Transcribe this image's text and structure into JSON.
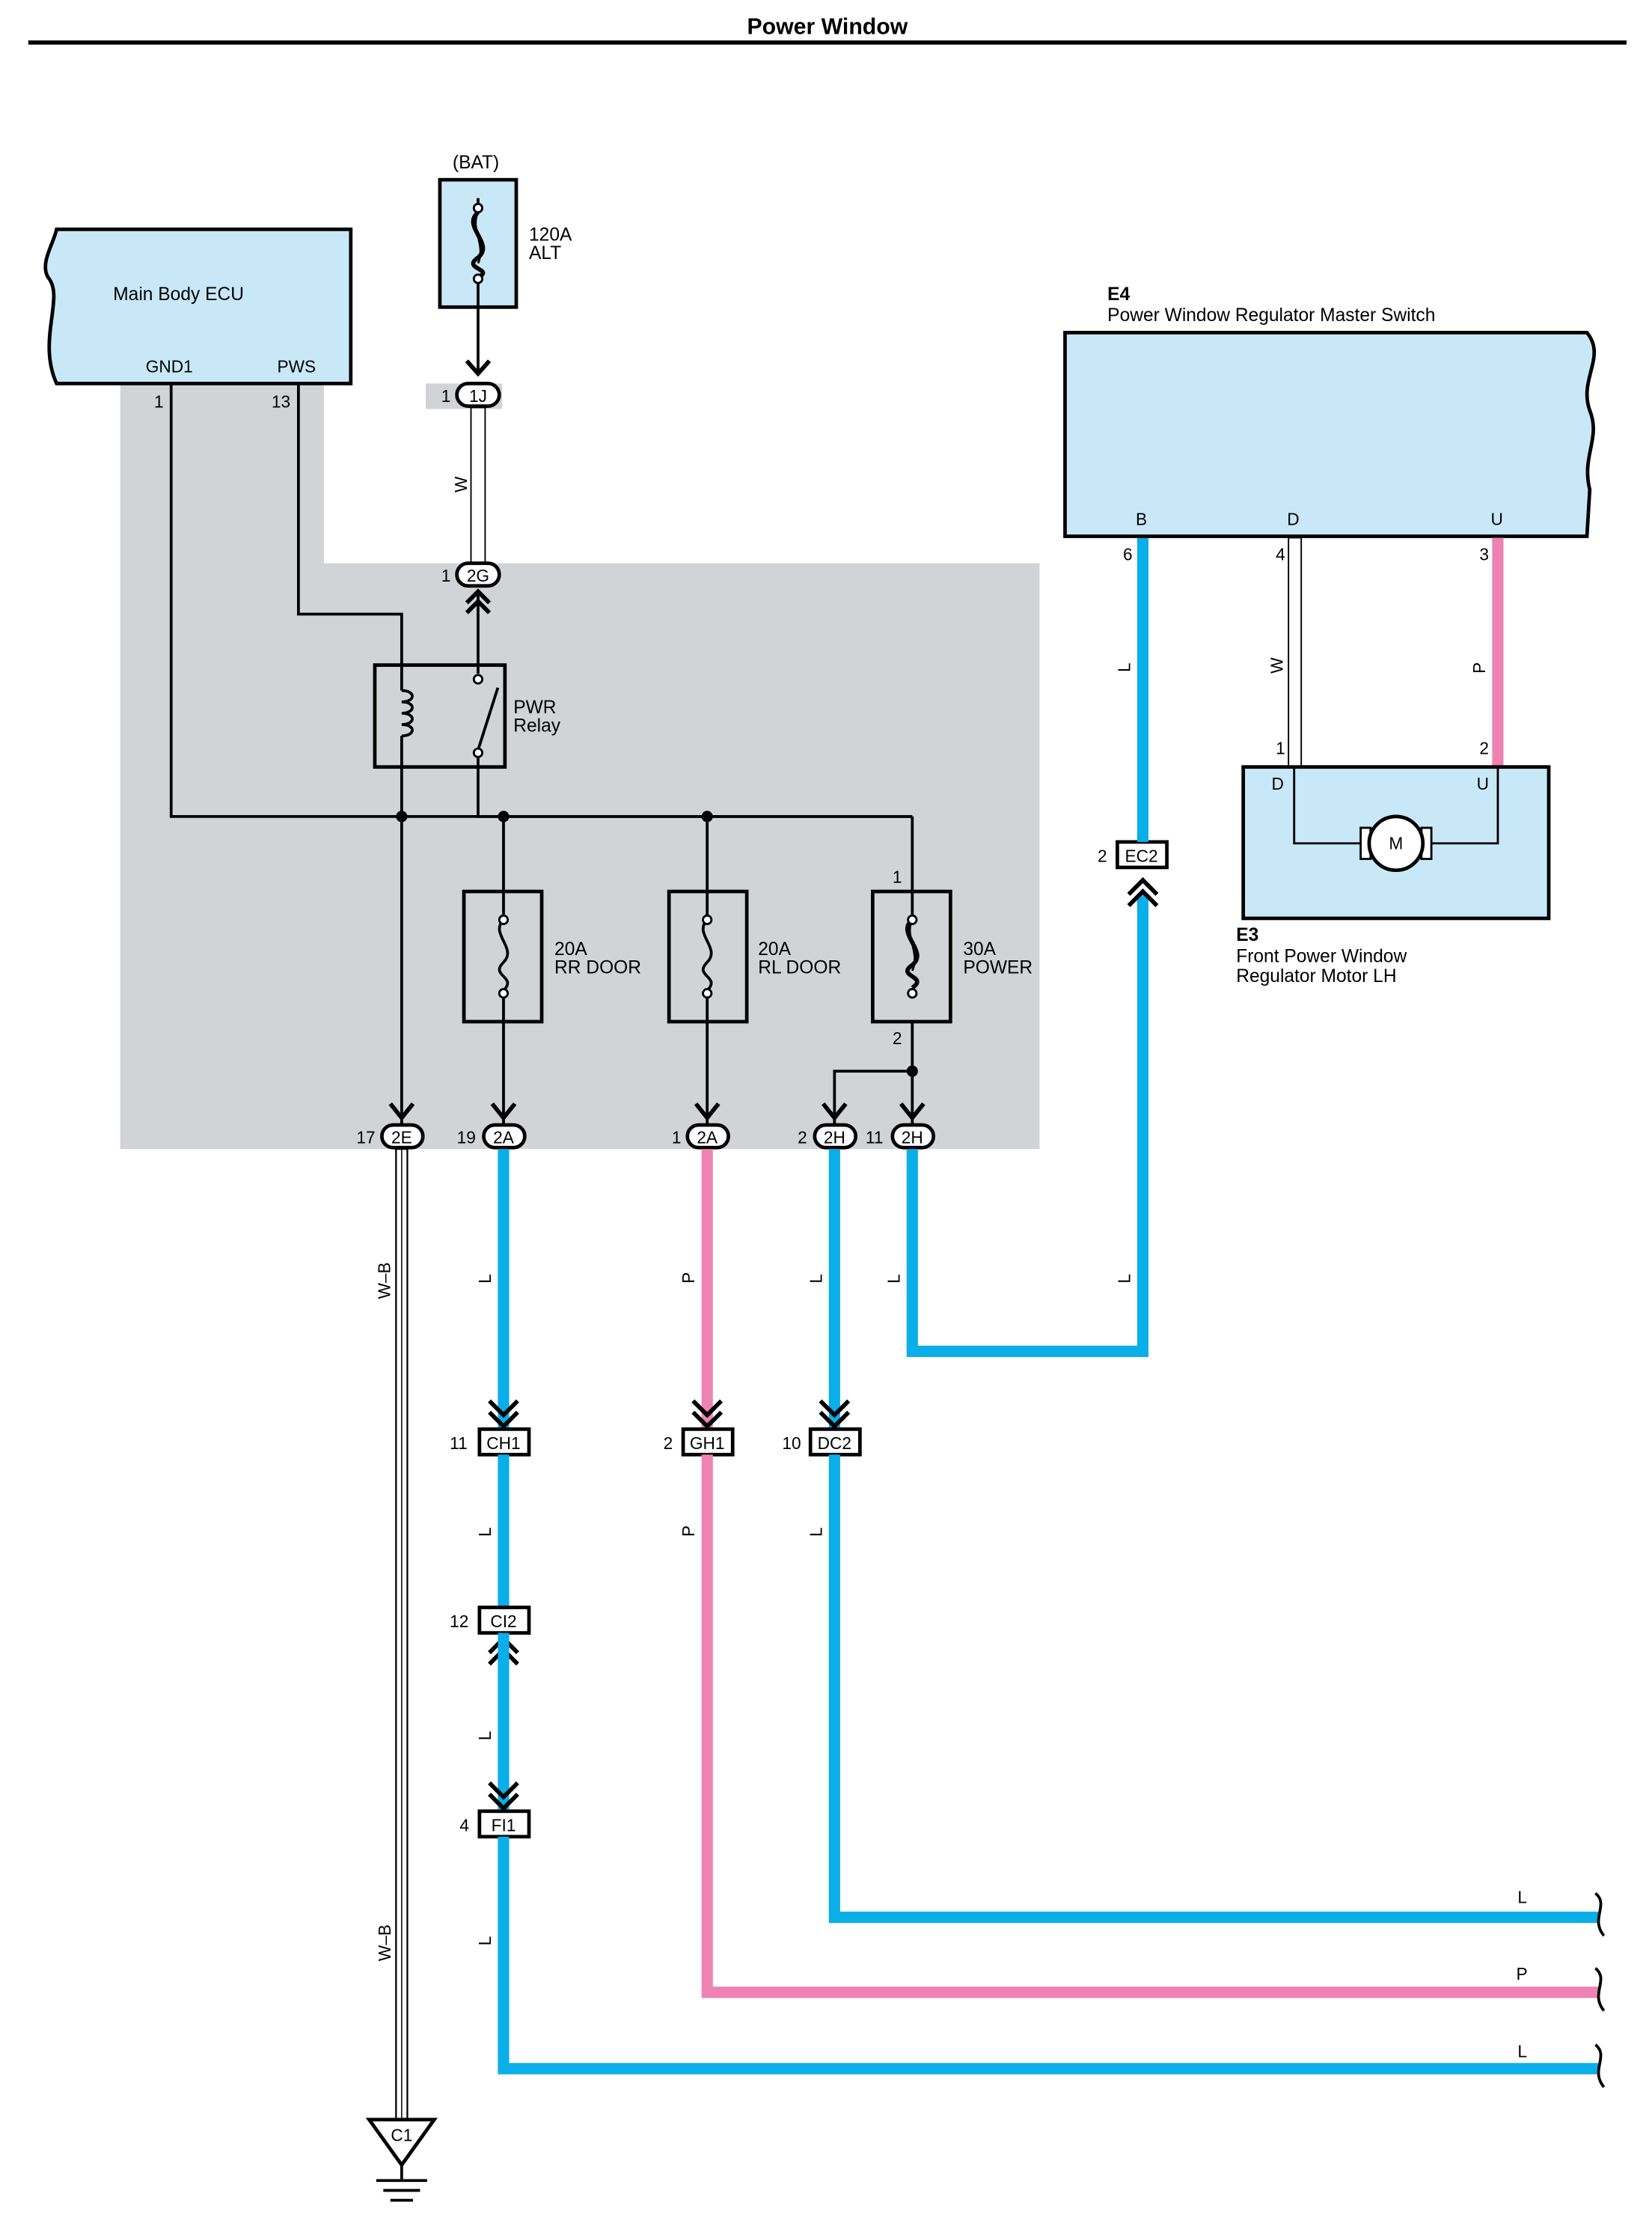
{
  "title": "Power Window",
  "colors": {
    "L": "#0aaee8",
    "P": "#ee82b3",
    "W": "#ffffff",
    "box_fill": "#c8e8f8",
    "jb_fill": "#d2d3d6"
  },
  "battery": {
    "label": "(BAT)",
    "fuse_rating": "120A",
    "fuse_name": "ALT"
  },
  "ecu": {
    "name": "Main Body ECU",
    "pin_gnd": "GND1",
    "pin_pws": "PWS",
    "pin_gnd_no": "1",
    "pin_pws_no": "13"
  },
  "relay": {
    "line1": "PWR",
    "line2": "Relay"
  },
  "fuses": [
    {
      "rating": "20A",
      "name": "RR DOOR"
    },
    {
      "rating": "20A",
      "name": "RL DOOR"
    },
    {
      "rating": "30A",
      "name": "POWER",
      "pin_in": "1",
      "pin_out": "2"
    }
  ],
  "connectors": {
    "c1j": {
      "id": "1J",
      "pin": "1"
    },
    "c2g": {
      "id": "2G",
      "pin": "1"
    },
    "c2e": {
      "id": "2E",
      "pin": "17"
    },
    "c2a_rr": {
      "id": "2A",
      "pin": "19"
    },
    "c2a_rl": {
      "id": "2A",
      "pin": "1"
    },
    "c2h_a": {
      "id": "2H",
      "pin": "2"
    },
    "c2h_b": {
      "id": "2H",
      "pin": "11"
    },
    "ch1": {
      "id": "CH1",
      "pin": "11"
    },
    "gh1": {
      "id": "GH1",
      "pin": "2"
    },
    "dc2": {
      "id": "DC2",
      "pin": "10"
    },
    "ci2": {
      "id": "CI2",
      "pin": "12"
    },
    "fi1": {
      "id": "FI1",
      "pin": "4"
    },
    "ec2": {
      "id": "EC2",
      "pin": "2"
    }
  },
  "master_switch": {
    "code": "E4",
    "name": "Power Window Regulator Master Switch",
    "pin_b": "B",
    "pin_d": "D",
    "pin_u": "U",
    "pin_b_no": "6",
    "pin_d_no": "4",
    "pin_u_no": "3"
  },
  "motor": {
    "code": "E3",
    "line1": "Front Power Window",
    "line2": "Regulator Motor LH",
    "pin_d": "D",
    "pin_u": "U",
    "pin_d_no": "1",
    "pin_u_no": "2",
    "symbol": "M"
  },
  "ground": {
    "id": "C1"
  },
  "wire_labels": {
    "w": "W",
    "wb": "W–B",
    "l": "L",
    "p": "P"
  }
}
